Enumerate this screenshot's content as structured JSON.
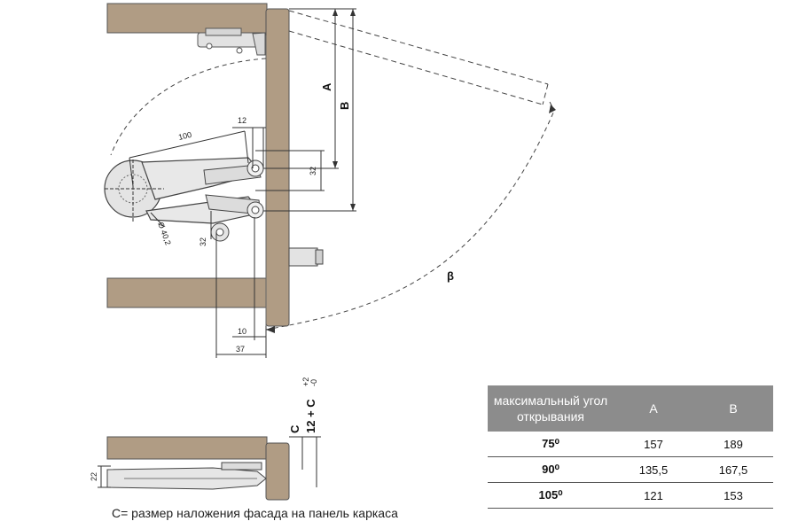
{
  "dimensions": {
    "d100": "100",
    "d12": "12",
    "d32_right": "32",
    "d32_left": "32",
    "diameter": "Ø 40,2",
    "d10": "10",
    "d37": "37",
    "d22": "22",
    "label_A": "A",
    "label_B": "B",
    "label_beta": "β",
    "label_C": "C",
    "label_12C": "12 + C",
    "tol_plus": "+2",
    "tol_zero": "-0"
  },
  "caption": "C= размер наложения фасада на панель каркаса",
  "table": {
    "headers": [
      "максимальный угол открывания",
      "A",
      "B"
    ],
    "rows": [
      {
        "angle": "75⁰",
        "a": "157",
        "b": "189"
      },
      {
        "angle": "90⁰",
        "a": "135,5",
        "b": "167,5"
      },
      {
        "angle": "105⁰",
        "a": "121",
        "b": "153"
      }
    ]
  }
}
